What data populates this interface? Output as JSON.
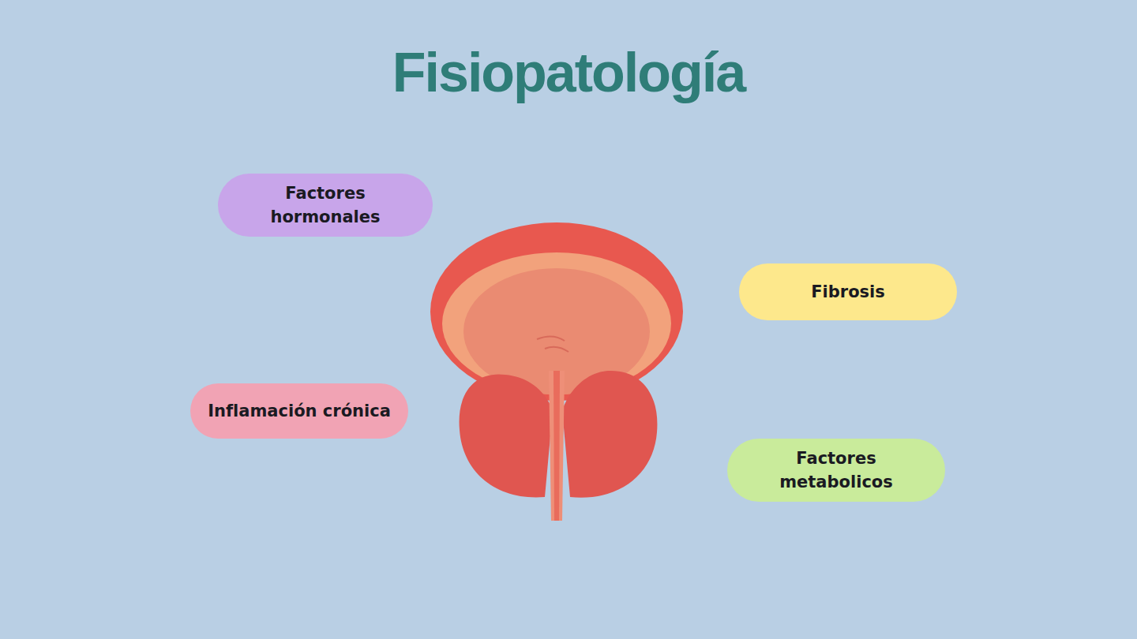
{
  "diagram": {
    "title": "Fisiopatología",
    "nodes": [
      {
        "text": [
          "Factores hormonales"
        ]
      },
      {
        "text": [
          "Fibrosis"
        ]
      },
      {
        "text": [
          "Inflamación crónica"
        ]
      },
      {
        "text": [
          "Factores metabolicos"
        ]
      }
    ]
  }
}
